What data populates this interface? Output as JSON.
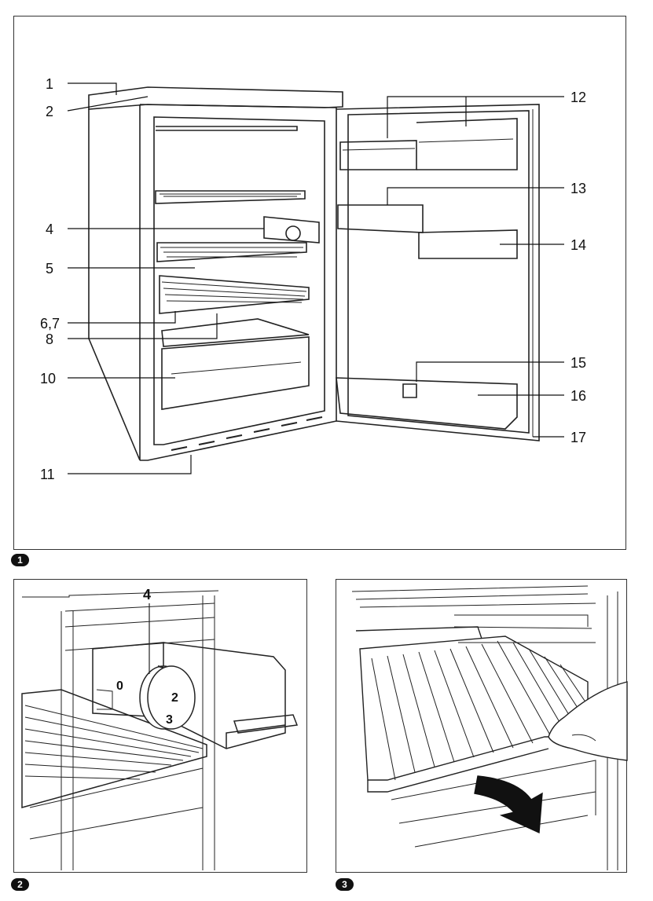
{
  "figure1": {
    "badge": "1",
    "callouts": [
      "1",
      "2",
      "4",
      "5",
      "6,7",
      "8",
      "10",
      "11",
      "12",
      "13",
      "14",
      "15",
      "16",
      "17"
    ]
  },
  "figure2": {
    "badge": "2",
    "callout": "4",
    "dial_marks": [
      "0",
      "2",
      "3"
    ]
  },
  "figure3": {
    "badge": "3"
  }
}
